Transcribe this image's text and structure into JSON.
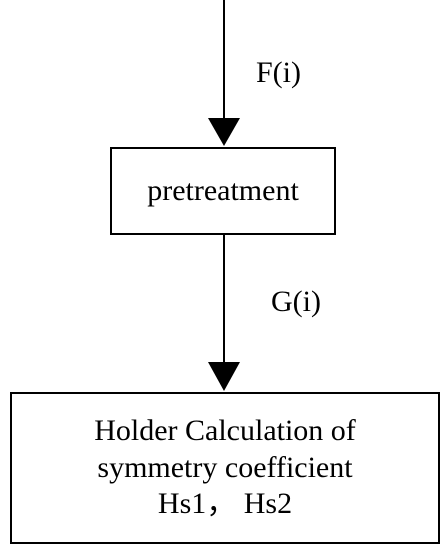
{
  "edges": [
    {
      "label": "F(i)"
    },
    {
      "label": "G(i)"
    }
  ],
  "nodes": {
    "pretreatment": {
      "label": "pretreatment"
    },
    "holder": {
      "lines": [
        "Holder Calculation of",
        "symmetry coefficient",
        "Hs1， Hs2"
      ]
    }
  },
  "colors": {
    "line": "#000000",
    "background": "#ffffff"
  }
}
